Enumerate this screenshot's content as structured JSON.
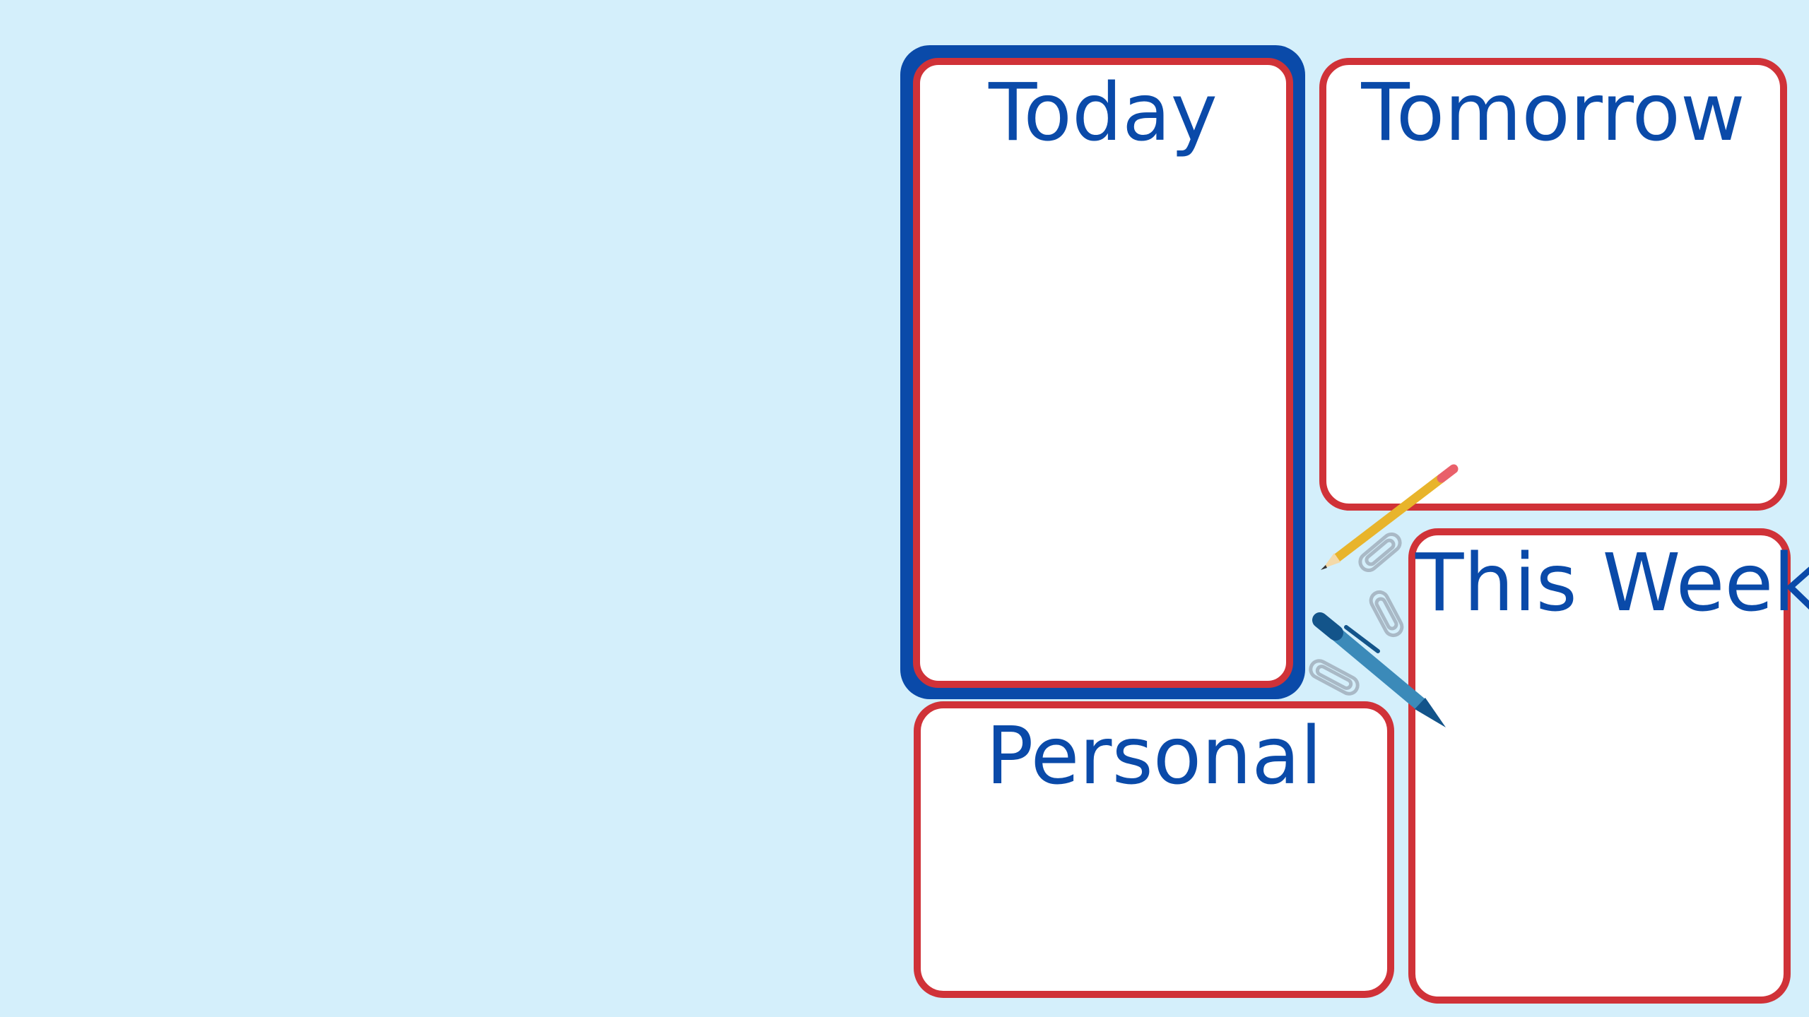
{
  "colors": {
    "background": "#d4effb",
    "panel_border": "#d03238",
    "active_panel_outline": "#0a4aa9",
    "title_text": "#0a4aa9",
    "panel_fill": "#ffffff",
    "pencil_body": "#e8b42b",
    "pencil_eraser": "#e9606a",
    "pen_body": "#3b8ab9",
    "pen_outline": "#13548a",
    "paperclip": "#a9b9c6"
  },
  "panels": {
    "today": {
      "title": "Today"
    },
    "tomorrow": {
      "title": "Tomorrow"
    },
    "this_week": {
      "title": "This Week"
    },
    "personal": {
      "title": "Personal"
    }
  },
  "decorations": [
    "pencil-icon",
    "pen-icon",
    "paperclip-icon",
    "paperclip-icon",
    "paperclip-icon"
  ]
}
